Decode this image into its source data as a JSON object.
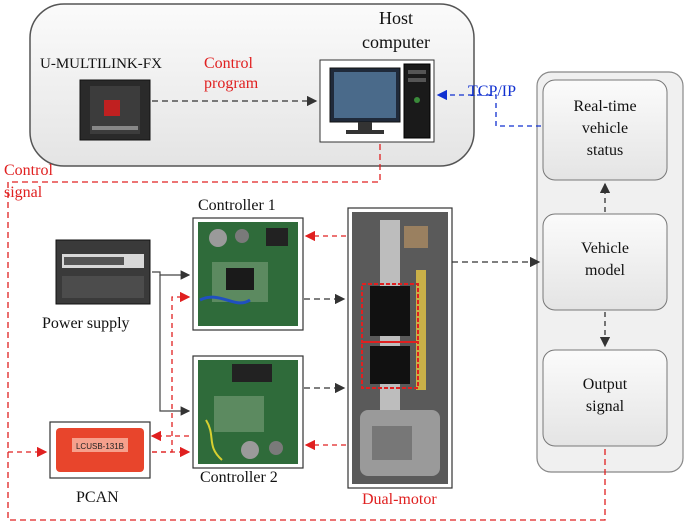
{
  "host_label": [
    "Host",
    "computer"
  ],
  "multilink_label": "U-MULTILINK-FX",
  "control_program_label": [
    "Control",
    "program"
  ],
  "tcpip_label": "TCP/IP",
  "control_signal_label": [
    "Control",
    "signal"
  ],
  "controller1_label": "Controller 1",
  "controller2_label": "Controller 2",
  "power_supply_label": "Power supply",
  "pcan_label": "PCAN",
  "pcan_device_text": "LCUSB-131B",
  "dual_motor_label": "Dual-motor",
  "blocks": {
    "realtime": [
      "Real-time",
      "vehicle",
      "status"
    ],
    "vehicle_model": [
      "Vehicle",
      "model"
    ],
    "output_signal": [
      "Output",
      "signal"
    ]
  },
  "colors": {
    "red_line": "#e02020",
    "blue_line": "#1030d0",
    "black_line": "#333333"
  }
}
